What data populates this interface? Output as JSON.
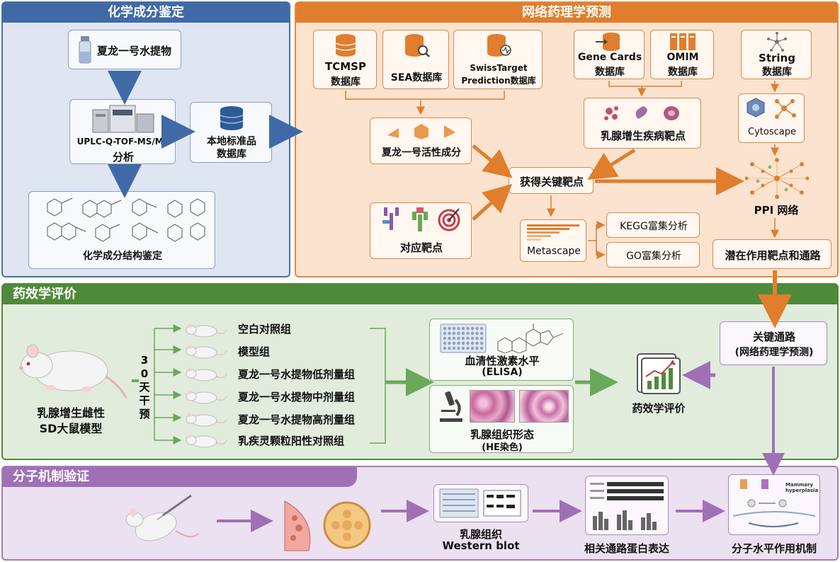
{
  "sections": {
    "chem": "化学成分鉴定",
    "network": "网络药理学预测",
    "efficacy": "药效学评价",
    "mechanism": "分子机制验证"
  },
  "chem": {
    "extract": "夏龙一号水提物",
    "uplc_line1": "UPLC-Q-TOF-MS/MS",
    "uplc_line2": "分析",
    "local_db_line1": "本地标准品",
    "local_db_line2": "数据库",
    "structure": "化学成分结构鉴定"
  },
  "network": {
    "tcmsp_line1": "TCMSP",
    "tcmsp_line2": "数据库",
    "sea": "SEA数据库",
    "swiss_line1": "SwissTarget",
    "swiss_line2": "Prediction数据库",
    "genecards_line1": "Gene Cards",
    "genecards_line2": "数据库",
    "omim_line1": "OMIM",
    "omim_line2": "数据库",
    "string_line1": "String",
    "string_line2": "数据库",
    "active": "夏龙一号活性成分",
    "disease": "乳腺增生疾病靶点",
    "cytoscape": "Cytoscape",
    "key_targets": "获得关键靶点",
    "ppi": "PPI 网络",
    "corresponding": "对应靶点",
    "metascape": "Metascape",
    "kegg": "KEGG富集分析",
    "go": "GO富集分析",
    "potential": "潜在作用靶点和通路"
  },
  "efficacy": {
    "model_line1": "乳腺增生雌性",
    "model_line2": "SD大鼠模型",
    "intervention_chars": [
      "3",
      "0",
      "天",
      "干",
      "预"
    ],
    "groups": [
      "空白对照组",
      "模型组",
      "夏龙一号水提物低剂量组",
      "夏龙一号水提物中剂量组",
      "夏龙一号水提物高剂量组",
      "乳疾灵颗粒阳性对照组"
    ],
    "serum_line1": "血清性激素水平",
    "serum_line2": "(ELISA)",
    "tissue_line1": "乳腺组织形态",
    "tissue_line2": "(HE染色)",
    "evaluation": "药效学评价",
    "key_pathway_line1": "关键通路",
    "key_pathway_line2": "(网络药理学预测)"
  },
  "mechanism": {
    "wb_line1": "乳腺组织",
    "wb_line2": "Western blot",
    "protein": "相关通路蛋白表达",
    "molecular": "分子水平作用机制",
    "mini_label": "Mammary hyperplasia"
  },
  "colors": {
    "blue": "#3f6aa6",
    "orange": "#e07e2e",
    "green": "#4f8a3a",
    "purple": "#a070b6"
  }
}
